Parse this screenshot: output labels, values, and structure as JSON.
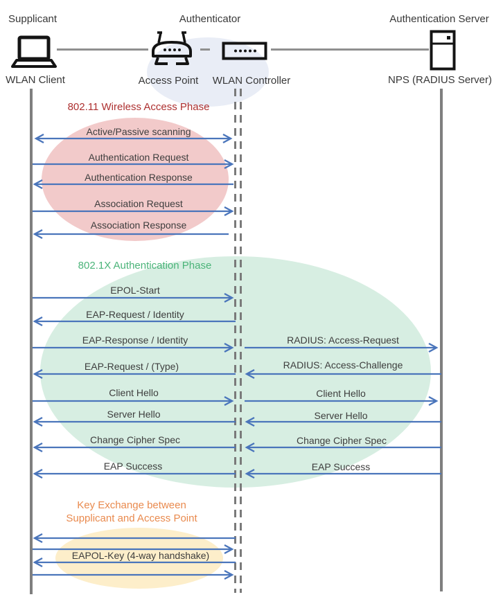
{
  "header": {
    "supplicant": "Supplicant",
    "authenticator": "Authenticator",
    "auth_server": "Authentication Server"
  },
  "nodes": {
    "wlan_client": "WLAN Client",
    "access_point": "Access Point",
    "wlan_controller": "WLAN Controller",
    "nps": "NPS (RADIUS Server)"
  },
  "phases": {
    "phase1": {
      "title": "802.11 Wireless Access Phase"
    },
    "phase2": {
      "title": "802.1X Authentication Phase"
    },
    "phase3": {
      "title_line1": "Key Exchange between",
      "title_line2": "Supplicant and Access Point"
    }
  },
  "messages": {
    "scanning": "Active/Passive scanning",
    "auth_request": "Authentication Request",
    "auth_response": "Authentication Response",
    "assoc_request": "Association Request",
    "assoc_response": "Association Response",
    "epol_start": "EPOL-Start",
    "eap_request_identity": "EAP-Request / Identity",
    "eap_response_identity": "EAP-Response / Identity",
    "radius_access_request": "RADIUS: Access-Request",
    "eap_request_type": "EAP-Request / (Type)",
    "radius_access_challenge": "RADIUS: Access-Challenge",
    "client_hello": "Client Hello",
    "server_hello": "Server Hello",
    "change_cipher_spec": "Change Cipher Spec",
    "eap_success": "EAP Success",
    "eapol_key": "EAPOL-Key (4-way handshake)"
  },
  "colors": {
    "arrow_blue": "#4a75bb",
    "phase1_fill": "#f2caca",
    "phase1_title": "#ad2f2f",
    "phase2_fill": "#d7eee2",
    "phase2_title": "#4bb479",
    "phase3_fill": "#fdeeca",
    "phase3_title": "#e98a4e",
    "authenticator_fill": "#e9edf6",
    "lifeline_gray": "#7f7f7f",
    "icon_black": "#141414"
  }
}
